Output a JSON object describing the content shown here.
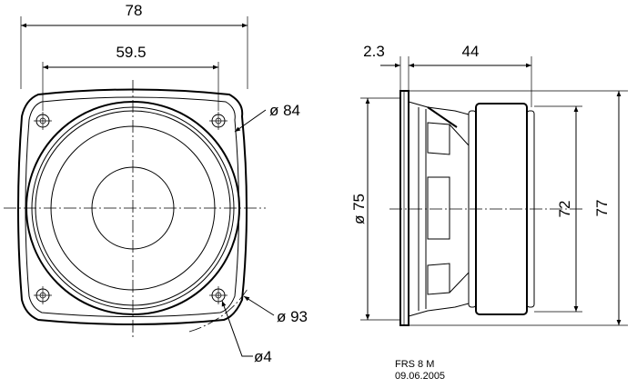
{
  "front_view": {
    "overall_width": "78",
    "hole_spacing": "59.5",
    "frame_diameter": "ø 84",
    "bolt_circle_diameter": "ø 93",
    "hole_diameter": "ø4"
  },
  "side_view": {
    "flange_thickness": "2.3",
    "depth": "44",
    "cutout_diameter": "ø 75",
    "magnet_height": "72",
    "overall_height": "77"
  },
  "title_block": {
    "model": "FRS 8 M",
    "date": "09.06.2005"
  }
}
